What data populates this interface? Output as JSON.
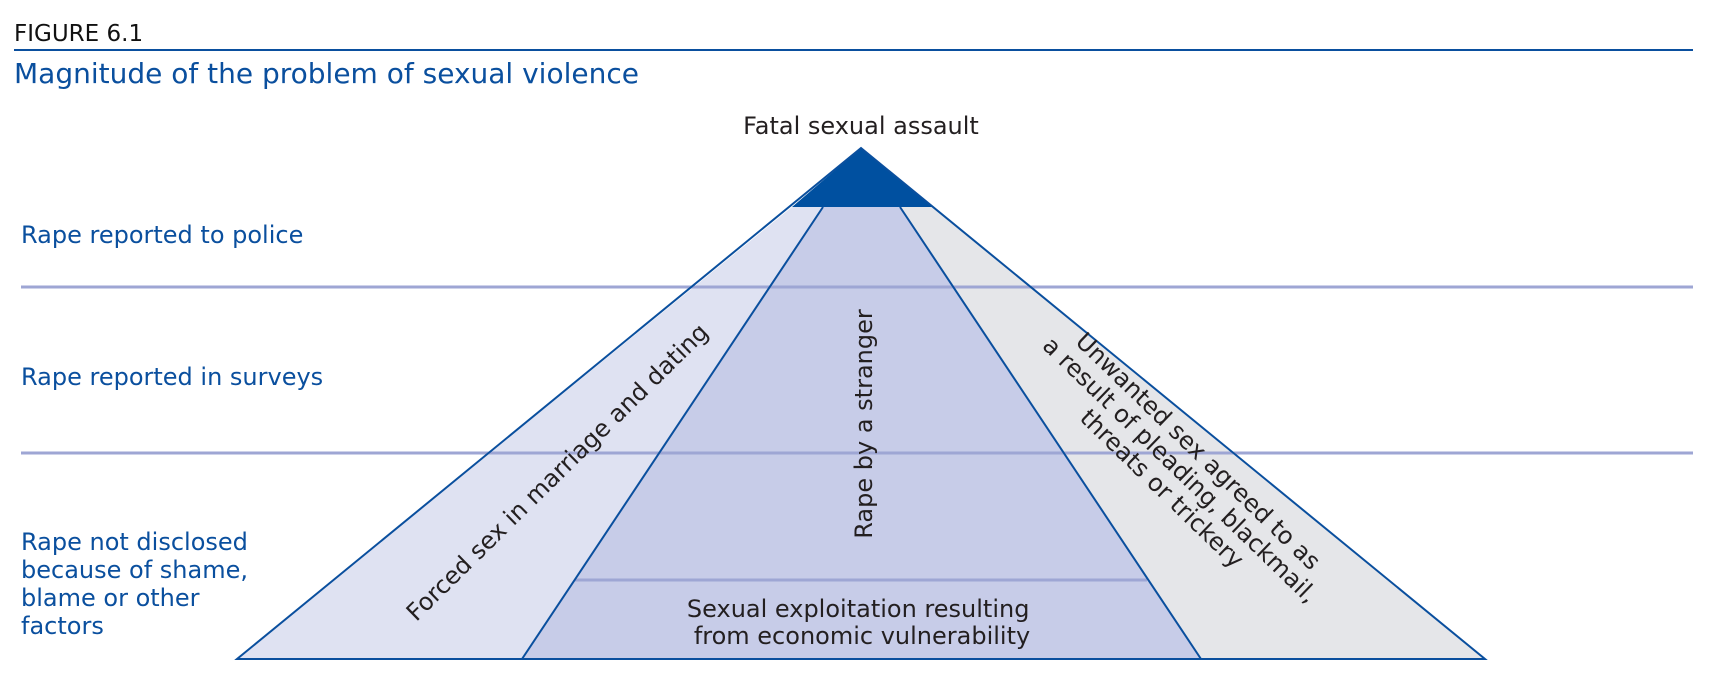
{
  "figure": {
    "label": "FIGURE 6.1",
    "title": "Magnitude of the problem of sexual violence"
  },
  "levels": [
    {
      "id": "police",
      "label": "Rape reported to police"
    },
    {
      "id": "surveys",
      "label": "Rape reported in surveys"
    },
    {
      "id": "not_disclosed",
      "lines": [
        "Rape not disclosed",
        "because of shame,",
        "blame or other",
        "factors"
      ]
    }
  ],
  "pyramid": {
    "apex_label": "Fatal sexual assault",
    "left_segment": "Forced sex in marriage and dating",
    "center_segment": "Rape by a stranger",
    "right_segment_lines": [
      "Unwanted sex agreed to as",
      "a result of pleading, blackmail,",
      "threats or trickery"
    ],
    "base_segment_lines": [
      "Sexual exploitation resulting",
      "from economic vulnerability"
    ]
  },
  "colors": {
    "brand_blue": "#0a4f9e",
    "apex_fill": "#0050a0",
    "left_fill": "#dfe2f2",
    "center_fill": "#c7cce8",
    "right_fill": "#e5e6e9",
    "divider": "#9ea6d4"
  }
}
